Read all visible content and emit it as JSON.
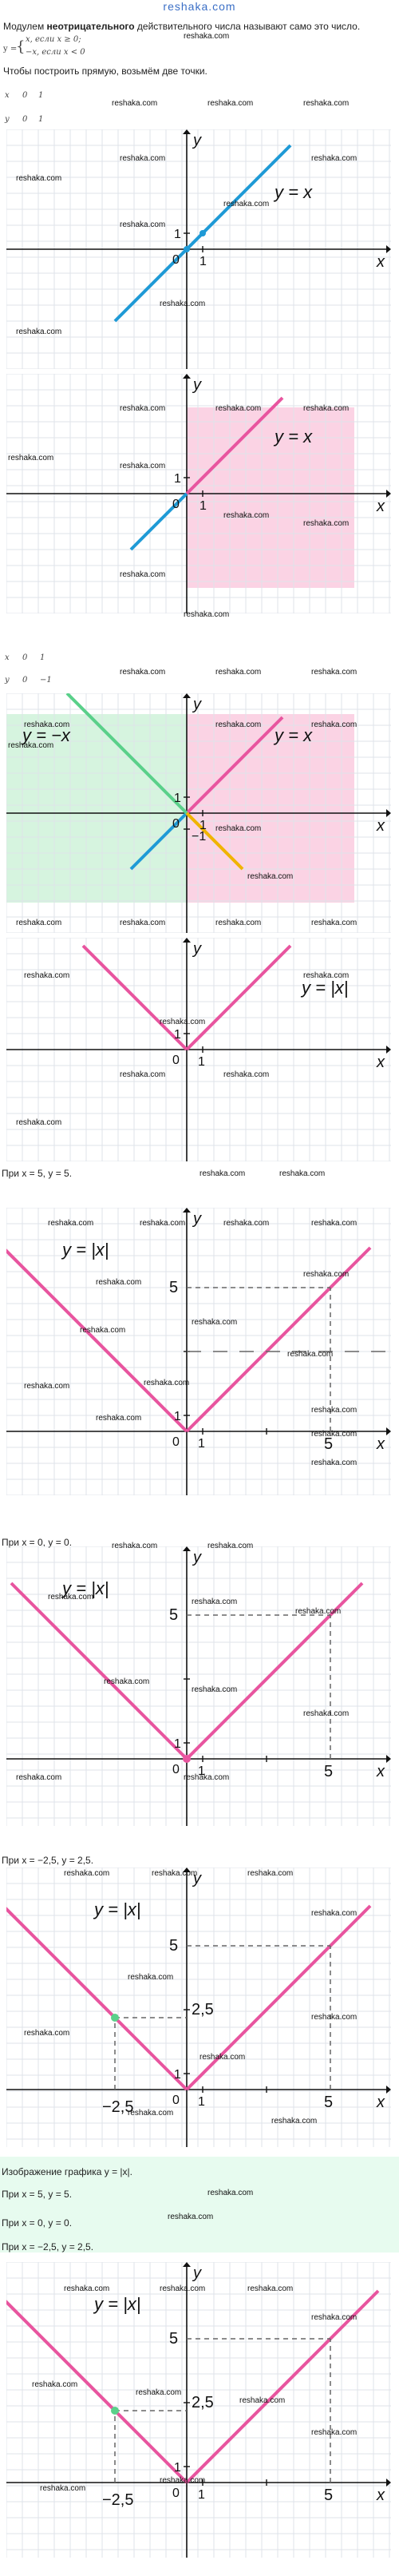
{
  "header": {
    "site": "reshaka.com"
  },
  "intro": {
    "line1_a": "Модулем ",
    "line1_b": "неотрицательного",
    "line1_c": " действительного числа называют само это число.",
    "def_y": "y =",
    "def_case1": "x, если x ≥ 0;",
    "def_case2": "−x, если x < 0",
    "two_points": "Чтобы построить прямую, возьмём две точки."
  },
  "table1": {
    "x": [
      "x",
      "0",
      "1"
    ],
    "y": [
      "y",
      "0",
      "1"
    ]
  },
  "table2": {
    "x": [
      "x",
      "0",
      "1"
    ],
    "y": [
      "y",
      "0",
      "−1"
    ]
  },
  "watermark": "reshaka.com",
  "graph_labels": {
    "x_axis": "x",
    "y_axis": "y",
    "origin": "0",
    "one": "1",
    "minus_one": "−1",
    "five": "5",
    "two_five": "2,5",
    "minus_two_five": "−2,5",
    "eq_y_x": "y = x",
    "eq_y_minus_x": "y = −x",
    "eq_abs": "y = |x|"
  },
  "captions": {
    "c1": "При x = 5, y = 5.",
    "c2": "При x = 0, y = 0.",
    "c3": "При x = −2,5, y = 2,5.",
    "summary_title": "Изображение графика y = |x|.",
    "summary_1": "При x = 5, y = 5.",
    "summary_2": "При x = 0, y = 0.",
    "summary_3": "При x = −2,5, y = 2,5."
  },
  "colors": {
    "blue": "#1f9ad6",
    "pink": "#e8559f",
    "green": "#5ad08a",
    "orange": "#f0b400",
    "pink_fill": "#fbd3e4",
    "green_fill": "#d6f4df",
    "summary_bg": "#e7fbef"
  }
}
